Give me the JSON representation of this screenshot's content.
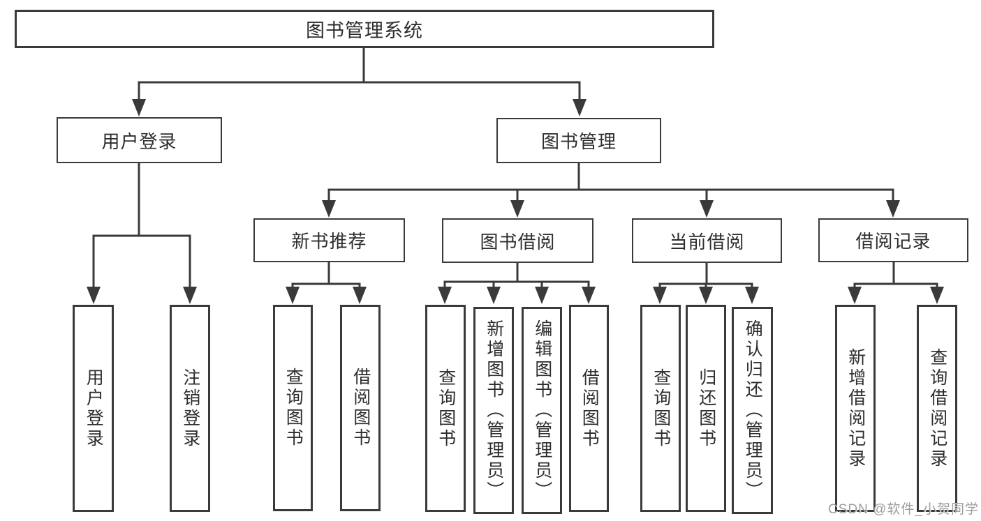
{
  "diagram": {
    "root": {
      "label": "图书管理系统"
    },
    "branches": [
      {
        "label": "用户登录",
        "children": [
          {
            "label": "用户登录"
          },
          {
            "label": "注销登录"
          }
        ]
      },
      {
        "label": "图书管理",
        "children": [
          {
            "label": "新书推荐",
            "children": [
              {
                "label": "查询图书"
              },
              {
                "label": "借阅图书"
              }
            ]
          },
          {
            "label": "图书借阅",
            "children": [
              {
                "label": "查询图书"
              },
              {
                "label": "新增图书（管理员）"
              },
              {
                "label": "编辑图书（管理员）"
              },
              {
                "label": "借阅图书"
              }
            ]
          },
          {
            "label": "当前借阅",
            "children": [
              {
                "label": "查询图书"
              },
              {
                "label": "归还图书"
              },
              {
                "label": "确认归还（管理员）"
              }
            ]
          },
          {
            "label": "借阅记录",
            "children": [
              {
                "label": "新增借阅记录"
              },
              {
                "label": "查询借阅记录"
              }
            ]
          }
        ]
      }
    ]
  },
  "watermark": {
    "text": "CSDN @软件_小贺同学"
  },
  "colors": {
    "line": "#3a3a3a",
    "text": "#2d2d2d",
    "background": "#ffffff",
    "watermark": "#9d9d9d"
  }
}
